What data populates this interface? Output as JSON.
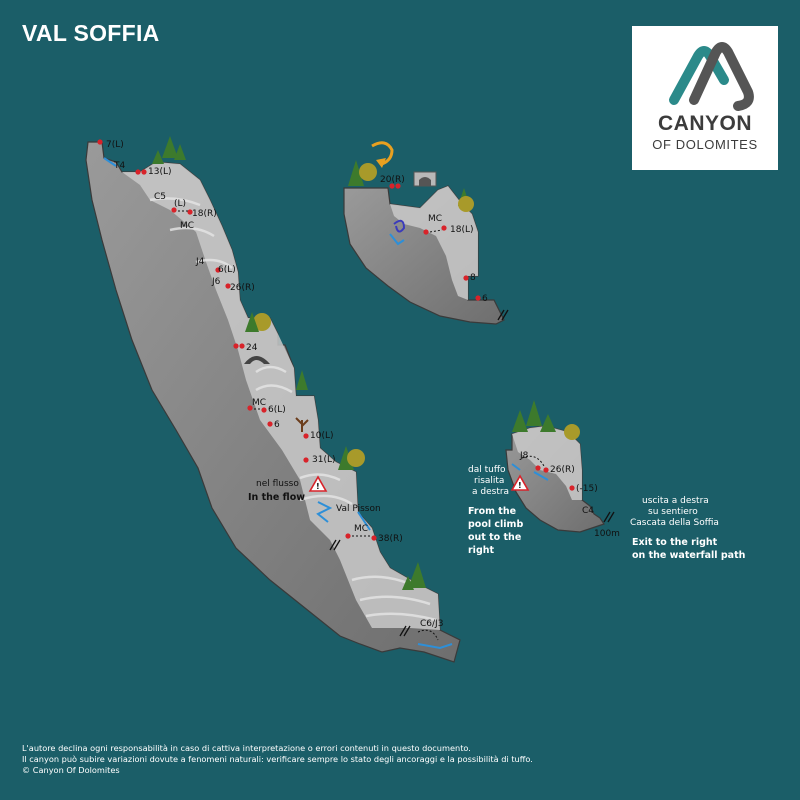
{
  "title": "VAL SOFFIA",
  "logo": {
    "name": "CANYON",
    "sub": "OF DOLOMITES"
  },
  "labels": {
    "c1": [
      "7(L)",
      "T4",
      "13(L)",
      "C5",
      "(L)",
      "18(R)",
      "MC",
      "J4",
      "6(L)",
      "J6",
      "26(R)",
      "24",
      "MC",
      "6(L)",
      "6",
      "10(L)",
      "31(L)",
      "nel flusso",
      "In the flow",
      "Val Pisson",
      "MC",
      "38(R)",
      "C6/J3"
    ],
    "c2": [
      "20(R)",
      "MC",
      "18(L)",
      "8",
      "6"
    ],
    "c3": [
      "J8",
      "26(R)",
      "(-15)",
      "C4",
      "100m"
    ]
  },
  "notes": {
    "pool_it": [
      "dal tuffo",
      "risalita",
      "a destra"
    ],
    "pool_en": [
      "From the",
      "pool climb",
      "out to the",
      "right"
    ],
    "exit_it": [
      "uscita a destra",
      "su sentiero",
      "Cascata della Soffia"
    ],
    "exit_en": [
      "Exit to the right",
      "on the waterfall path"
    ]
  },
  "disclaimer": [
    "L'autore declina ogni responsabilità in caso di cattiva interpretazione o errori contenuti in questo documento.",
    "Il canyon può subire variazioni dovute a fenomeni naturali: verificare sempre lo stato degli ancoraggi e la possibilità di tuffo.",
    "© Canyon Of Dolomites"
  ],
  "colors": {
    "background": "#1b5e68",
    "rock": "#8c8c8c",
    "rock_light": "#c8c8c8",
    "water": "#2d8fd8",
    "anchor": "#d8232a",
    "tree": "#3d7a2c",
    "tree_yellow": "#a89a2a",
    "arrow": "#e8a020"
  }
}
